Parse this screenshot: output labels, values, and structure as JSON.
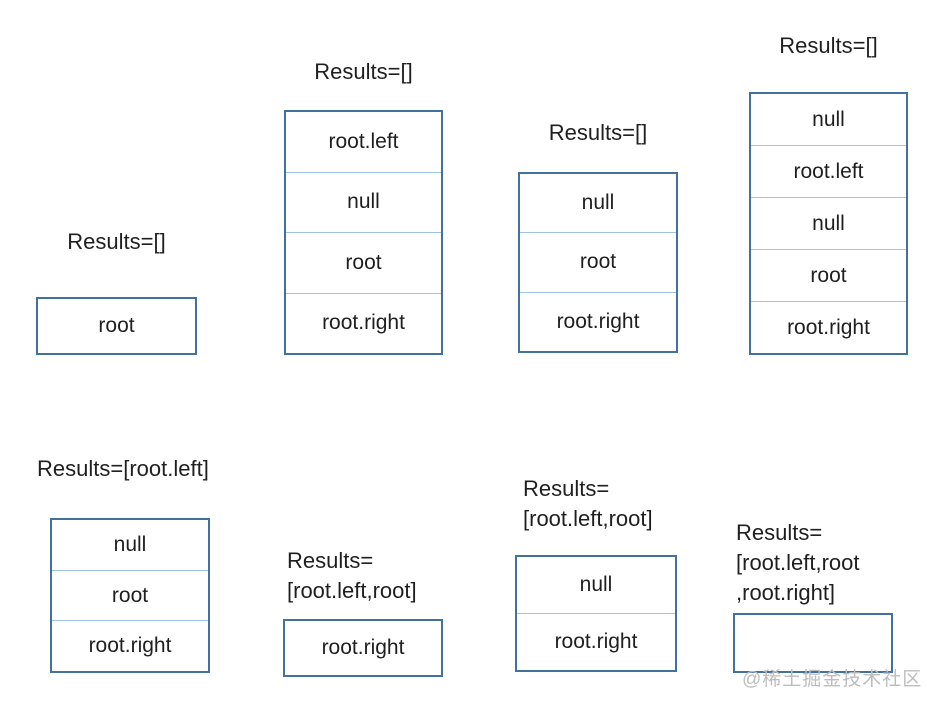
{
  "colors": {
    "box_border": "#41719c",
    "cell_divider": "#9dc3e6",
    "text": "#1f1f1f",
    "watermark": "#bdbdbd"
  },
  "panels": [
    {
      "label_lines": [
        "Results=[]"
      ],
      "cells": [
        "root"
      ]
    },
    {
      "label_lines": [
        "Results=[]"
      ],
      "cells": [
        "root.left",
        "null",
        "root",
        "root.right"
      ]
    },
    {
      "label_lines": [
        "Results=[]"
      ],
      "cells": [
        "null",
        "root",
        "root.right"
      ]
    },
    {
      "label_lines": [
        "Results=[]"
      ],
      "cells": [
        "null",
        "root.left",
        "null",
        "root",
        "root.right"
      ]
    },
    {
      "label_lines": [
        "Results=[root.left]"
      ],
      "cells": [
        "null",
        "root",
        "root.right"
      ]
    },
    {
      "label_lines": [
        "Results=",
        "[root.left,root]"
      ],
      "cells": [
        "root.right"
      ]
    },
    {
      "label_lines": [
        "Results=",
        "[root.left,root]"
      ],
      "cells": [
        "null",
        "root.right"
      ]
    },
    {
      "label_lines": [
        "Results=",
        "[root.left,root",
        ",root.right]"
      ],
      "cells": []
    }
  ],
  "watermark": {
    "text": "@稀土掘金技术社区"
  }
}
